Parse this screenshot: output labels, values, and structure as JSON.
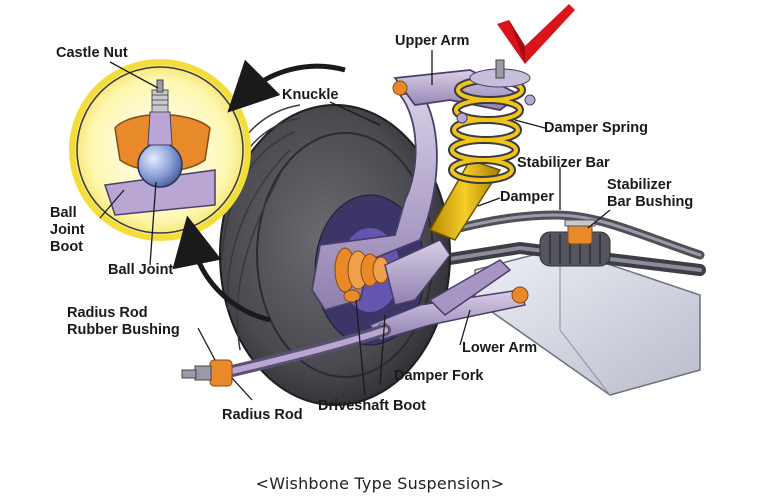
{
  "labels": {
    "castle_nut": "Castle Nut",
    "upper_arm": "Upper Arm",
    "knuckle": "Knuckle",
    "damper_spring": "Damper Spring",
    "stabilizer_bar": "Stabilizer Bar",
    "damper": "Damper",
    "stabilizer_bar_bushing_1": "Stabilizer",
    "stabilizer_bar_bushing_2": "Bar Bushing",
    "ball_joint_boot_1": "Ball",
    "ball_joint_boot_2": "Joint",
    "ball_joint_boot_3": "Boot",
    "ball_joint": "Ball Joint",
    "radius_rod_rubber_bushing_1": "Radius Rod",
    "radius_rod_rubber_bushing_2": "Rubber Bushing",
    "lower_arm": "Lower Arm",
    "damper_fork": "Damper Fork",
    "radius_rod": "Radius Rod",
    "driveshaft_boot": "Driveshaft Boot"
  },
  "caption": "<Wishbone Type Suspension>",
  "colors": {
    "tire": "#4a4a4f",
    "arm": "#b9a6d2",
    "spring": "#f0c419",
    "boot": "#e8892a",
    "zoom_circle_fill": "#fdf7b0",
    "zoom_circle_ring": "#f3dd3a",
    "checkmark": "#d9141b"
  }
}
